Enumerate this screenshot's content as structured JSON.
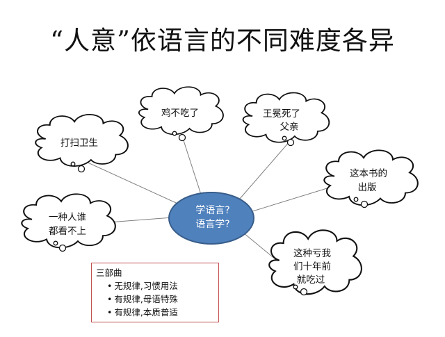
{
  "title": "“人意”依语言的不同难度各异",
  "center": {
    "lines": [
      "学语言?",
      "语言学?"
    ],
    "color": "#4f81bd"
  },
  "clouds": [
    {
      "id": "dasao",
      "lines": [
        "打扫卫生"
      ]
    },
    {
      "id": "ji",
      "lines": [
        "鸡不吃了"
      ]
    },
    {
      "id": "wangmian",
      "lines": [
        "王冕死了",
        "父亲"
      ]
    },
    {
      "id": "shu",
      "lines": [
        "这本书的",
        "出版"
      ]
    },
    {
      "id": "yizhong",
      "lines": [
        "一种人谁",
        "都看不上"
      ]
    },
    {
      "id": "zhezhong",
      "lines": [
        "这种亏我",
        "们十年前",
        "就吃过"
      ]
    }
  ],
  "legend": {
    "title": "三部曲",
    "items": [
      "无规律,习惯用法",
      "有规律,母语特殊",
      "有规律,本质普适"
    ],
    "border_color": "#c0504d"
  }
}
